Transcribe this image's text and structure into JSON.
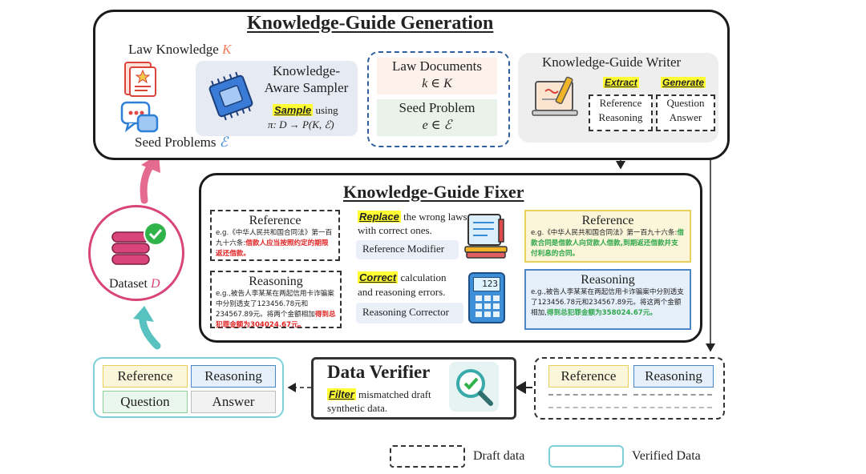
{
  "gen": {
    "title": "Knowledge-Guide Generation",
    "law_knowledge": "Law Knowledge",
    "law_symbol": "K",
    "seed_problems": "Seed Problems",
    "seed_symbol": "ℰ",
    "sampler_label": "Knowledge-Aware Sampler",
    "sample_tag": "Sample",
    "sample_using": "using",
    "sample_formula": "π: D → P(K, ℰ)",
    "law_docs_title": "Law Documents",
    "law_docs_expr": "k ∈ K",
    "seed_problem_title": "Seed Problem",
    "seed_problem_expr": "e ∈ ℰ",
    "writer_title": "Knowledge-Guide Writer",
    "extract_tag": "Extract",
    "generate_tag": "Generate",
    "extract_items": [
      "Reference",
      "Reasoning"
    ],
    "generate_items": [
      "Question",
      "Answer"
    ]
  },
  "fixer": {
    "title": "Knowledge-Guide Fixer",
    "ref_in_title": "Reference",
    "ref_in_eg": "e.g.《中华人民共和国合同法》第一百九十六条:",
    "ref_in_red": "借款人应当按照约定的期限返还借款。",
    "replace_tag": "Replace",
    "replace_text": "the wrong laws with correct ones.",
    "modifier_label": "Reference Modifier",
    "ref_out_title": "Reference",
    "ref_out_eg": "e.g.《中华人民共和国合同法》第一百九十六条:",
    "ref_out_green": "借款合同是借款人向贷款人借款,到期返还借款并支付利息的合同。",
    "rea_in_title": "Reasoning",
    "rea_in_eg": "e.g.,被告人李某某在两起信用卡诈骗案中分别透支了123456.78元和234567.89元。将两个金额相加",
    "rea_in_red": "得到总犯罪金额为304024.67元。",
    "correct_tag": "Correct",
    "correct_text": "calculation and reasoning errors.",
    "corrector_label": "Reasoning Corrector",
    "calc_display": "123",
    "rea_out_title": "Reasoning",
    "rea_out_eg": "e.g.,被告人李某某在两起信用卡诈骗案中分别透支了123456.78元和234567.89元。将这两个金额相加,",
    "rea_out_green": "得到总犯罪金额为358024.67元。"
  },
  "dataset": {
    "label": "Dataset",
    "symbol": "D"
  },
  "verifier": {
    "title": "Data Verifier",
    "filter_tag": "Filter",
    "filter_text": "mismatched draft synthetic data."
  },
  "verified_items": [
    "Reference",
    "Reasoning",
    "Question",
    "Answer"
  ],
  "draft_items": [
    "Reference",
    "Reasoning"
  ],
  "legend": {
    "draft": "Draft data",
    "verified": "Verified Data"
  },
  "colors": {
    "accent_orange": "#f07a5a",
    "ref_fill": "#fbf6d9",
    "ref_border": "#e6cf5a",
    "rea_fill": "#e6f0fb",
    "rea_border": "#4b86c6",
    "verified_border": "#7ccfd6",
    "dataset_ring": "#d9447a",
    "arrow_pink": "#e46a8f",
    "arrow_teal": "#58c2c0"
  }
}
